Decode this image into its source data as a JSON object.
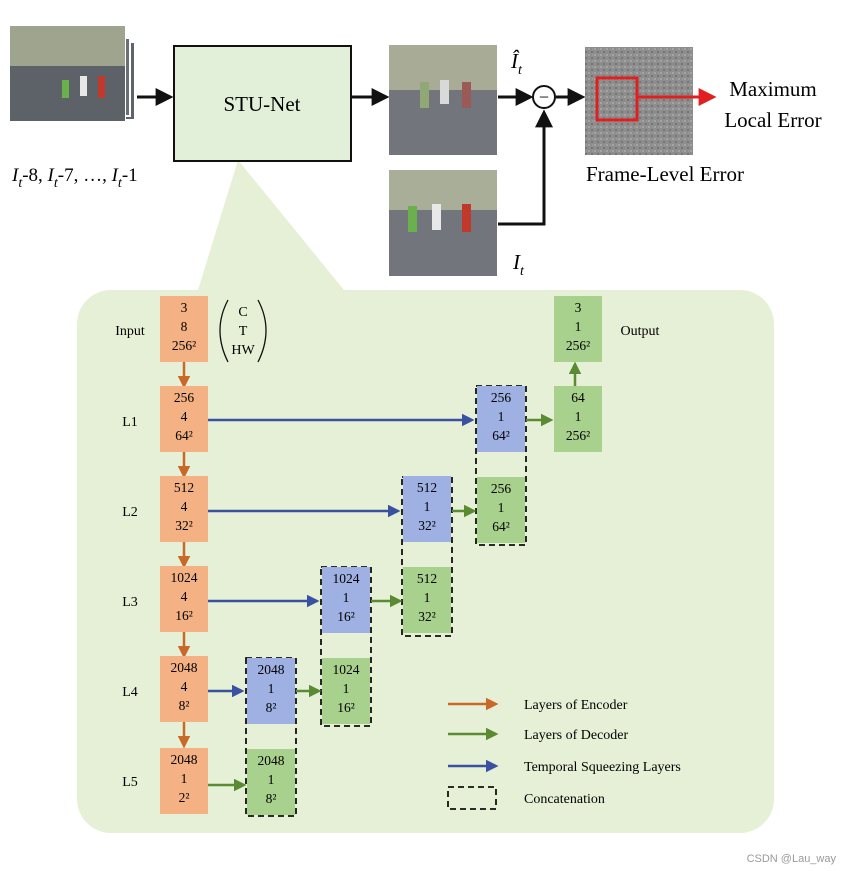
{
  "top": {
    "input_frames_label": "I_{t-8}, I_{t-7}, …, I_{t-1}",
    "input_frames_parts": [
      "I",
      "t",
      "-8, ",
      "I",
      "t",
      "-7, …, ",
      "I",
      "t",
      "-1"
    ],
    "stunet_label": "STU-Net",
    "pred_label_main": "Î",
    "pred_label_sub": "t",
    "actual_label_main": "I",
    "actual_label_sub": "t",
    "minus_symbol": "−",
    "error_caption": "Frame-Level Error",
    "max_error_line1": "Maximum",
    "max_error_line2": "Local Error"
  },
  "net": {
    "col_header_C": "C",
    "col_header_T": "T",
    "col_header_HW": "HW",
    "row_labels": [
      "Input",
      "L1",
      "L2",
      "L3",
      "L4",
      "L5"
    ],
    "output_label": "Output",
    "encoder": [
      [
        "3",
        "8",
        "256²"
      ],
      [
        "256",
        "4",
        "64²"
      ],
      [
        "512",
        "4",
        "32²"
      ],
      [
        "1024",
        "4",
        "16²"
      ],
      [
        "2048",
        "4",
        "8²"
      ],
      [
        "2048",
        "1",
        "2²"
      ]
    ],
    "squeeze": [
      [
        "256",
        "1",
        "64²"
      ],
      [
        "512",
        "1",
        "32²"
      ],
      [
        "1024",
        "1",
        "16²"
      ],
      [
        "2048",
        "1",
        "8²"
      ]
    ],
    "decoder": [
      [
        "2048",
        "1",
        "8²"
      ],
      [
        "1024",
        "1",
        "16²"
      ],
      [
        "512",
        "1",
        "32²"
      ],
      [
        "256",
        "1",
        "64²"
      ],
      [
        "64",
        "1",
        "256²"
      ],
      [
        "3",
        "1",
        "256²"
      ]
    ]
  },
  "legend": [
    {
      "label": "Layers of Encoder",
      "color": "#c8692a"
    },
    {
      "label": "Layers of Decoder",
      "color": "#5a8a32"
    },
    {
      "label": "Temporal Squeezing Layers",
      "color": "#3a50a0"
    },
    {
      "label": "Concatenation",
      "color": "#111111"
    }
  ],
  "colors": {
    "encoder_box": "#f4b183",
    "squeeze_box": "#9fb1e3",
    "decoder_box": "#a9d18e",
    "panel": "#e6f0d6",
    "stunet_box": "#e2efd9",
    "error_rect": "#e02020"
  },
  "watermark": "CSDN @Lau_way"
}
